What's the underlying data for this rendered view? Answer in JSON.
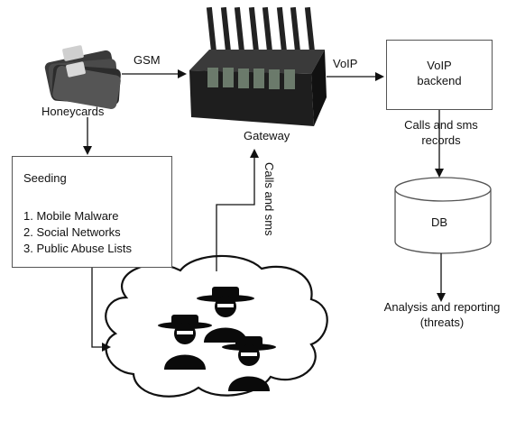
{
  "nodes": {
    "honeycards": "Honeycards",
    "gateway": "Gateway",
    "voip_backend_line1": "VoIP",
    "voip_backend_line2": "backend",
    "db": "DB",
    "seeding_title": "Seeding",
    "seeding_items": [
      "1. Mobile Malware",
      "2. Social Networks",
      "3. Public Abuse Lists"
    ],
    "analysis_line1": "Analysis and reporting",
    "analysis_line2": "(threats)"
  },
  "edges": {
    "gsm": "GSM",
    "voip": "VoIP",
    "calls_sms_records_line1": "Calls and sms",
    "calls_sms_records_line2": "records",
    "calls_and_sms": "Calls and sms"
  },
  "icons": [
    "sim-cards-icon",
    "gsm-gateway-icon",
    "database-icon",
    "attackers-cloud-icon"
  ]
}
